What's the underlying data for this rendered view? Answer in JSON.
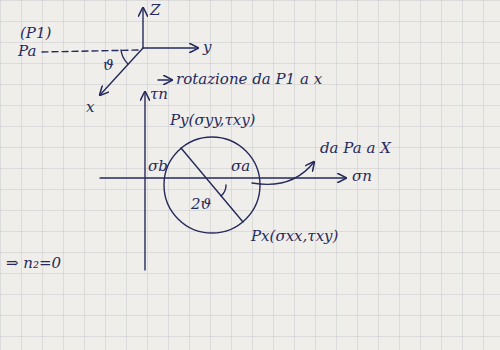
{
  "diagram": {
    "labels": [
      "(P1)",
      "Z",
      "Pa",
      "y",
      "ϑ",
      "x",
      "rotazione da P1 a x",
      "τn",
      "Py(σyy,τxy)",
      "da Pa a X",
      "σb",
      "σa",
      "σn",
      "2ϑ",
      "Px(σxx,τxy)",
      "⇒ n₂=0"
    ]
  }
}
